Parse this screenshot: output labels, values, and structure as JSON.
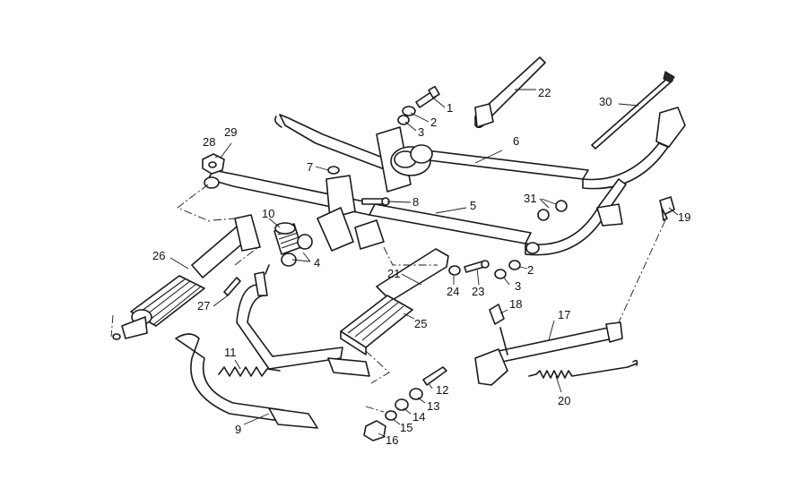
{
  "callouts": {
    "c1": "1",
    "c2a": "2",
    "c3a": "3",
    "c6": "6",
    "c22": "22",
    "c30": "30",
    "c28": "28",
    "c29": "29",
    "c7": "7",
    "c8": "8",
    "c5": "5",
    "c31": "31",
    "c19": "19",
    "c10": "10",
    "c4": "4",
    "c26": "26",
    "c21": "21",
    "c24": "24",
    "c23": "23",
    "c2b": "2",
    "c3b": "3",
    "c27": "27",
    "c18": "18",
    "c17": "17",
    "c25": "25",
    "c11": "11",
    "c12": "12",
    "c13": "13",
    "c14": "14",
    "c15": "15",
    "c16": "16",
    "c20": "20",
    "c9": "9"
  }
}
